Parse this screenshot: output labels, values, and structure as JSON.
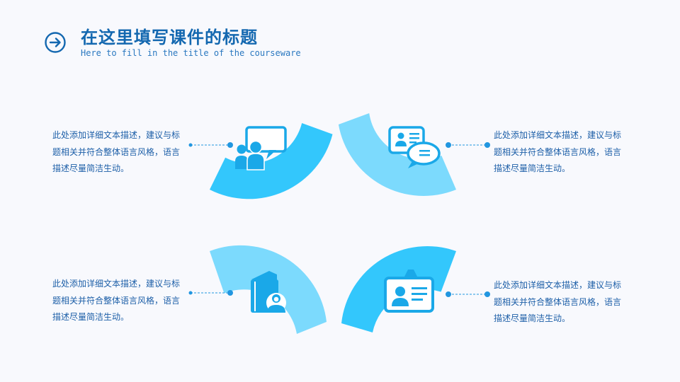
{
  "header": {
    "title": "在这里填写课件的标题",
    "subtitle": "Here to fill in the title of the courseware"
  },
  "items": [
    {
      "position": "top-left",
      "icon": "group-chat-icon",
      "description": "此处添加详细文本描述，建议与标题相关并符合整体语言风格，语言描述尽量简洁生动。"
    },
    {
      "position": "top-right",
      "icon": "profile-message-icon",
      "description": "此处添加详细文本描述，建议与标题相关并符合整体语言风格，语言描述尽量简洁生动。"
    },
    {
      "position": "bottom-left",
      "icon": "book-reader-icon",
      "description": "此处添加详细文本描述，建议与标题相关并符合整体语言风格，语言描述尽量简洁生动。"
    },
    {
      "position": "bottom-right",
      "icon": "id-badge-icon",
      "description": "此处添加详细文本描述，建议与标题相关并符合整体语言风格，语言描述尽量简洁生动。"
    }
  ],
  "colors": {
    "title": "#1468b0",
    "dark_segment": "#33c7fc",
    "light_segment": "#7cdafd",
    "icon": "#1aa8e8",
    "connector": "#2196e0"
  }
}
